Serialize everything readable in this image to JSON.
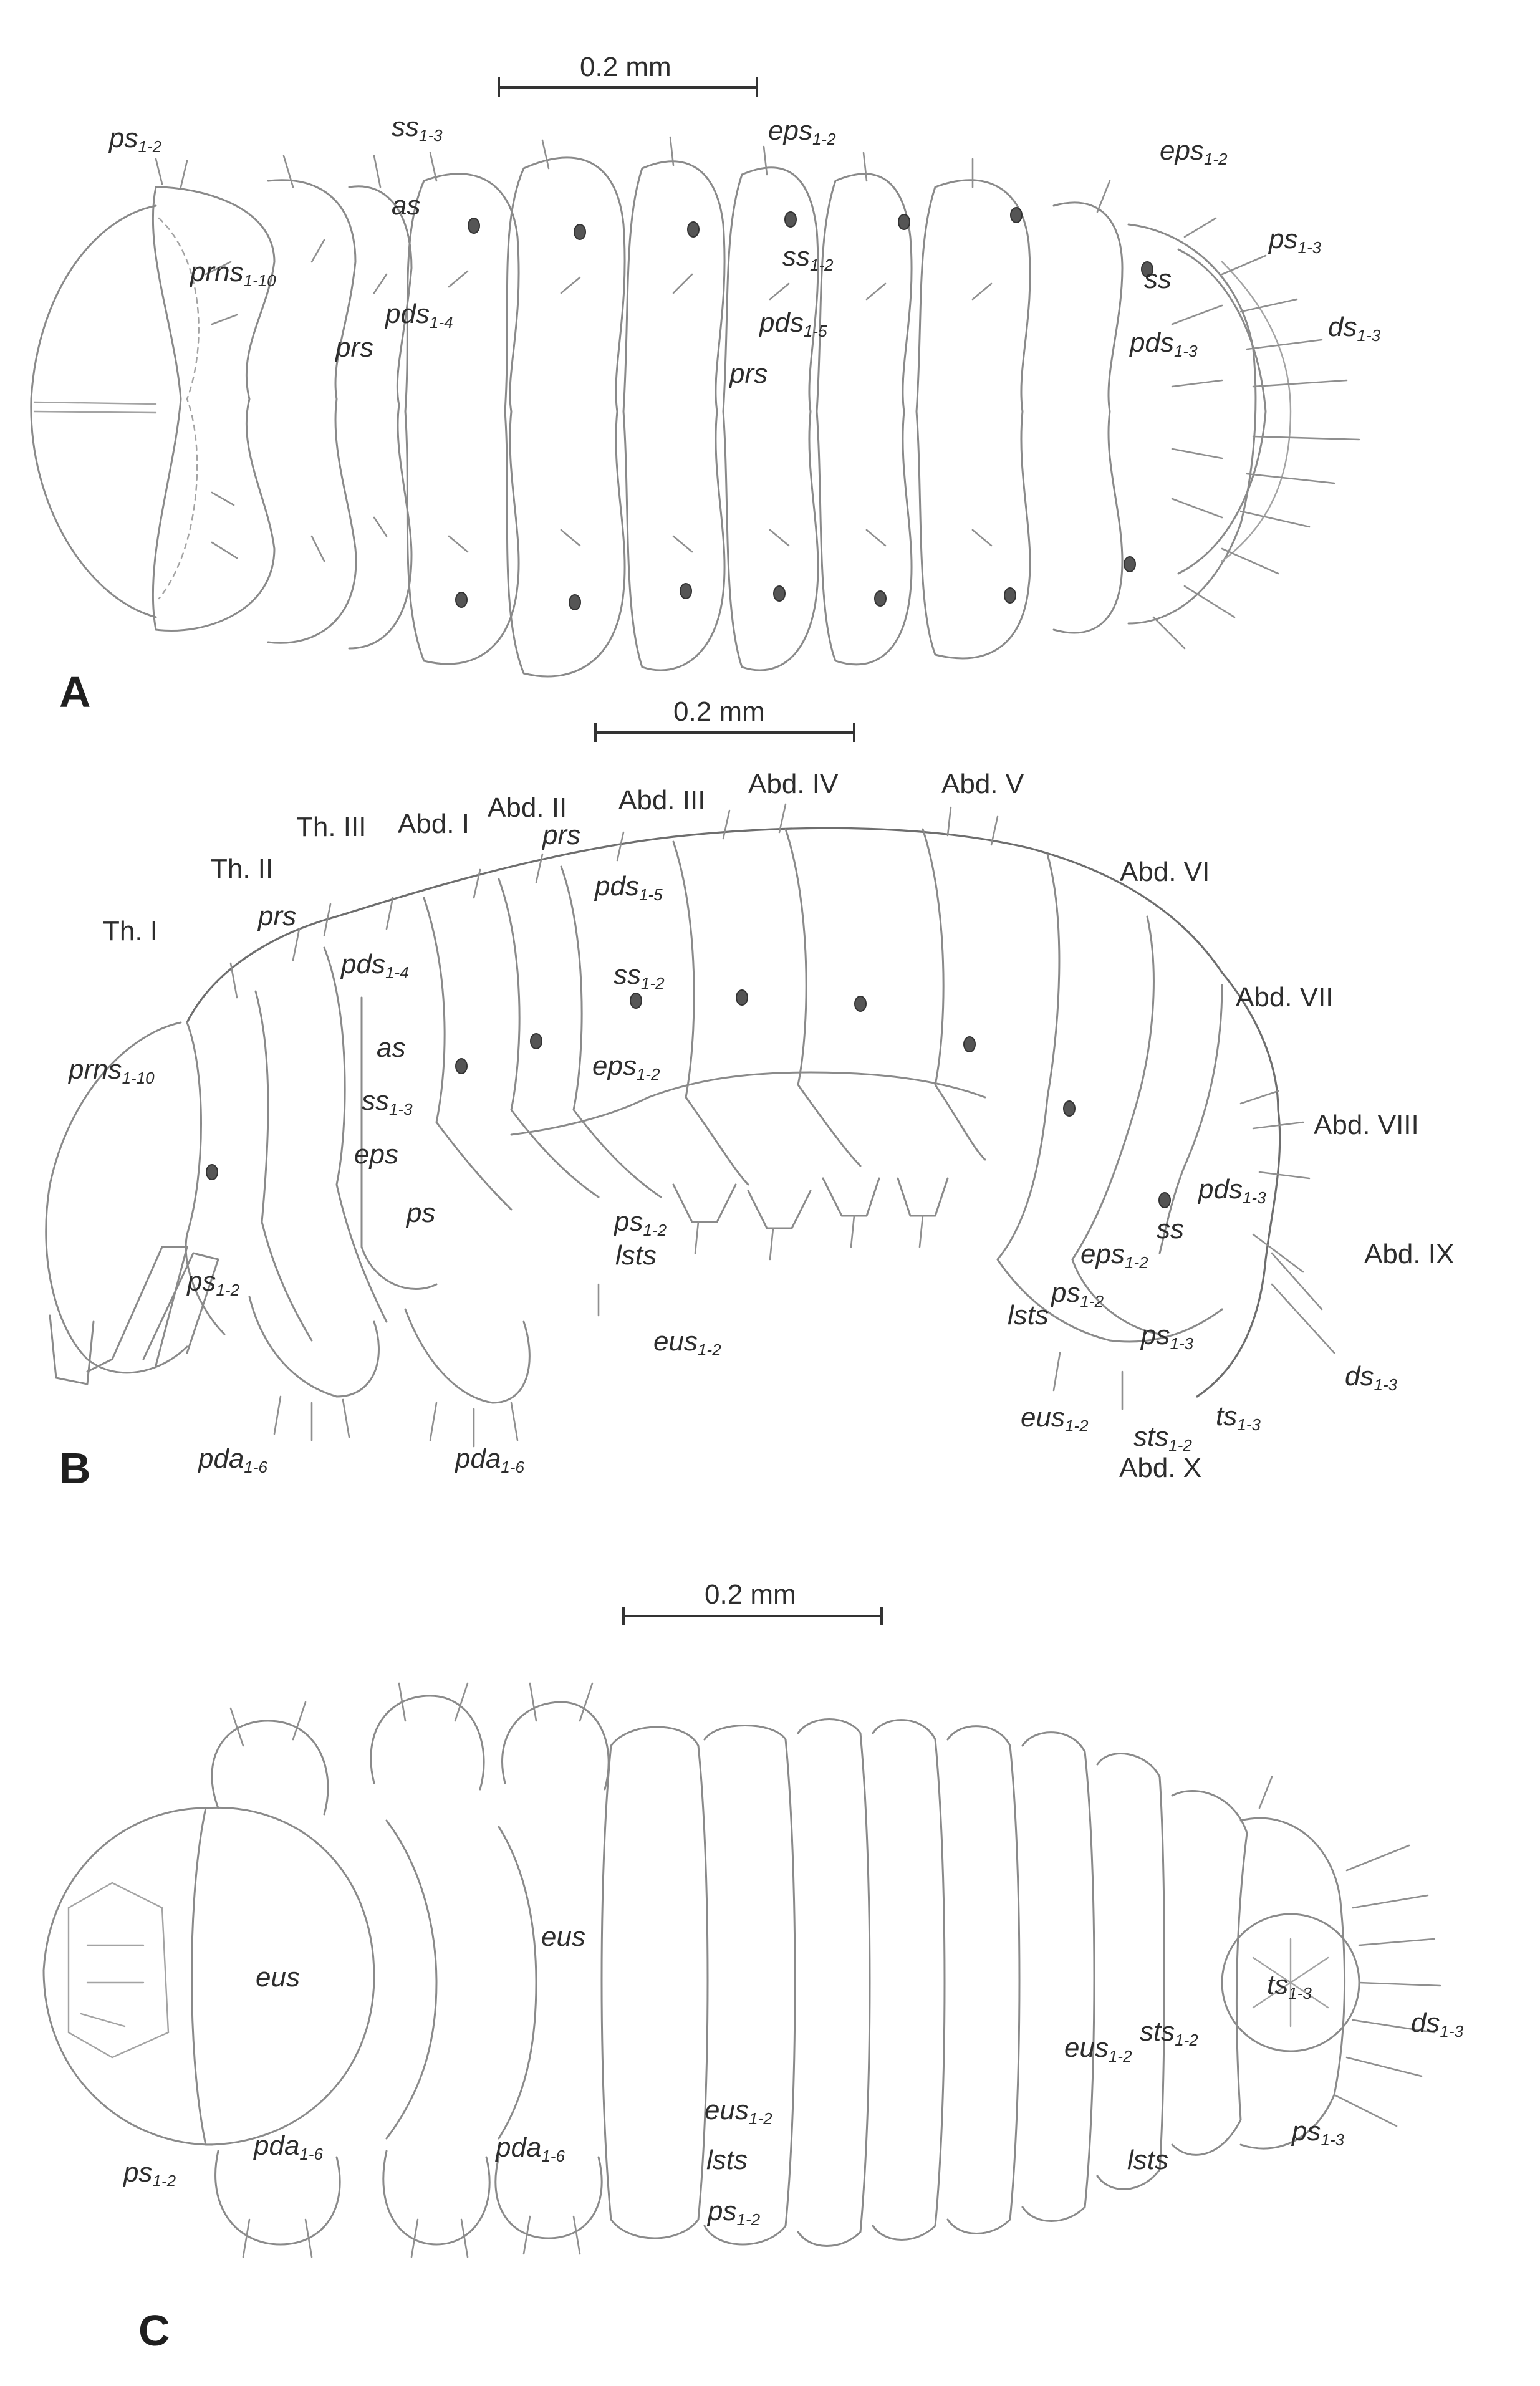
{
  "figure": {
    "panels": [
      {
        "id": "A",
        "scale": "0.2 mm",
        "labels": [
          {
            "base": "ps",
            "sub": "1-2"
          },
          {
            "base": "ss",
            "sub": "1-3"
          },
          {
            "base": "as",
            "sub": ""
          },
          {
            "base": "prns",
            "sub": "1-10"
          },
          {
            "base": "pds",
            "sub": "1-4"
          },
          {
            "base": "prs",
            "sub": ""
          },
          {
            "base": "eps",
            "sub": "1-2"
          },
          {
            "base": "ss",
            "sub": "1-2"
          },
          {
            "base": "pds",
            "sub": "1-5"
          },
          {
            "base": "prs",
            "sub": ""
          },
          {
            "base": "eps",
            "sub": "1-2"
          },
          {
            "base": "ps",
            "sub": "1-3"
          },
          {
            "base": "ss",
            "sub": ""
          },
          {
            "base": "ds",
            "sub": "1-3"
          },
          {
            "base": "pds",
            "sub": "1-3"
          }
        ]
      },
      {
        "id": "B",
        "scale": "0.2 mm",
        "segments": [
          "Th. I",
          "Th. II",
          "Th. III",
          "Abd. I",
          "Abd. II",
          "Abd. III",
          "Abd. IV",
          "Abd. V",
          "Abd. VI",
          "Abd. VII",
          "Abd. VIII",
          "Abd. IX",
          "Abd. X"
        ],
        "labels": [
          {
            "base": "prs",
            "sub": ""
          },
          {
            "base": "prs",
            "sub": ""
          },
          {
            "base": "pds",
            "sub": "1-4"
          },
          {
            "base": "as",
            "sub": ""
          },
          {
            "base": "ss",
            "sub": "1-3"
          },
          {
            "base": "eps",
            "sub": ""
          },
          {
            "base": "ps",
            "sub": ""
          },
          {
            "base": "pds",
            "sub": "1-5"
          },
          {
            "base": "ss",
            "sub": "1-2"
          },
          {
            "base": "eps",
            "sub": "1-2"
          },
          {
            "base": "ps",
            "sub": "1-2"
          },
          {
            "base": "lsts",
            "sub": ""
          },
          {
            "base": "eus",
            "sub": "1-2"
          },
          {
            "base": "prns",
            "sub": "1-10"
          },
          {
            "base": "ps",
            "sub": "1-2"
          },
          {
            "base": "pda",
            "sub": "1-6"
          },
          {
            "base": "pda",
            "sub": "1-6"
          },
          {
            "base": "pds",
            "sub": "1-3"
          },
          {
            "base": "ss",
            "sub": ""
          },
          {
            "base": "eps",
            "sub": "1-2"
          },
          {
            "base": "ps",
            "sub": "1-2"
          },
          {
            "base": "lsts",
            "sub": ""
          },
          {
            "base": "ps",
            "sub": "1-3"
          },
          {
            "base": "ds",
            "sub": "1-3"
          },
          {
            "base": "eus",
            "sub": "1-2"
          },
          {
            "base": "sts",
            "sub": "1-2"
          },
          {
            "base": "ts",
            "sub": "1-3"
          }
        ]
      },
      {
        "id": "C",
        "scale": "0.2 mm",
        "labels": [
          {
            "base": "eus",
            "sub": ""
          },
          {
            "base": "eus",
            "sub": ""
          },
          {
            "base": "ps",
            "sub": "1-2"
          },
          {
            "base": "pda",
            "sub": "1-6"
          },
          {
            "base": "pda",
            "sub": "1-6"
          },
          {
            "base": "eus",
            "sub": "1-2"
          },
          {
            "base": "lsts",
            "sub": ""
          },
          {
            "base": "ps",
            "sub": "1-2"
          },
          {
            "base": "eus",
            "sub": "1-2"
          },
          {
            "base": "sts",
            "sub": "1-2"
          },
          {
            "base": "ts",
            "sub": "1-3"
          },
          {
            "base": "ds",
            "sub": "1-3"
          },
          {
            "base": "ps",
            "sub": "1-3"
          },
          {
            "base": "lsts",
            "sub": ""
          }
        ]
      }
    ]
  }
}
